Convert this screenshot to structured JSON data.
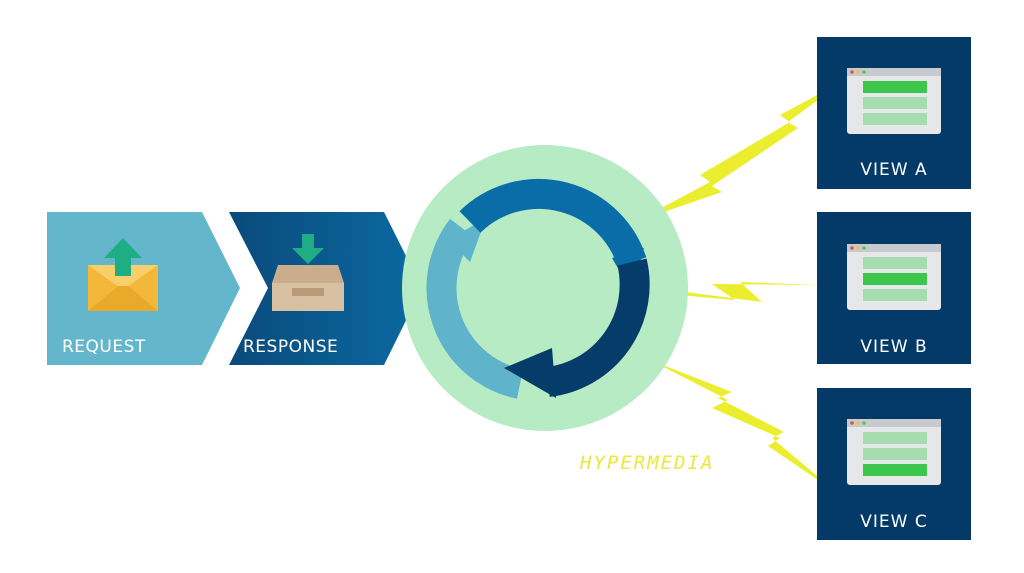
{
  "steps": {
    "request_label": "REQUEST",
    "response_label": "RESPONSE"
  },
  "cycle": {
    "caption": "HYPERMEDIA"
  },
  "views": [
    {
      "label": "VIEW A"
    },
    {
      "label": "VIEW B"
    },
    {
      "label": "VIEW C"
    }
  ],
  "icons": {
    "request": "envelope-upload-icon",
    "response": "inbox-download-icon",
    "cycle": "refresh-cycle-icon",
    "view": "browser-window-icon"
  },
  "colors": {
    "request_bg": "#64b6cc",
    "response_bg": "#0b5b90",
    "cycle_bg": "#b7ebc4",
    "view_bg": "#033a68",
    "lightning": "#ebee2e",
    "window_green": "#3cc64e",
    "window_light_green": "#a6dcb0"
  }
}
